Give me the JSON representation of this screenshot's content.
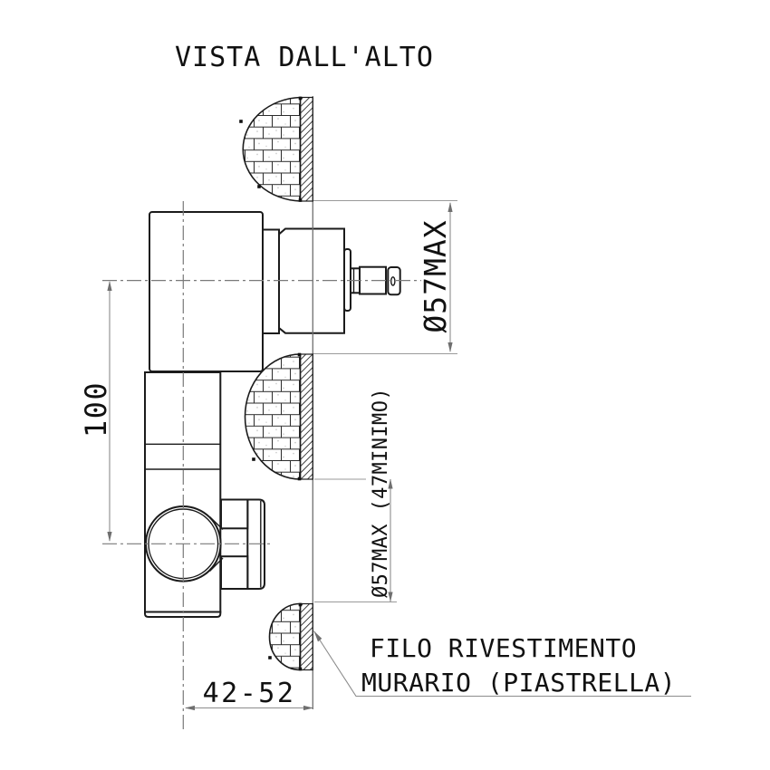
{
  "title": "VISTA DALL'ALTO",
  "dimensions": {
    "center_distance": "100",
    "hole_upper": "Ø57MAX",
    "hole_lower": "Ø57MAX (47MINIMO)",
    "wall_depth_range": "42-52"
  },
  "notes": {
    "wall_finish_line1": "FILO RIVESTIMENTO",
    "wall_finish_line2": "MURARIO (PIASTRELLA)"
  },
  "colors": {
    "outline": "#1b1b1b",
    "dimension_lines": "#8c8c8c",
    "centerline": "#7a7a7a",
    "text": "#111111",
    "background": "#ffffff"
  }
}
